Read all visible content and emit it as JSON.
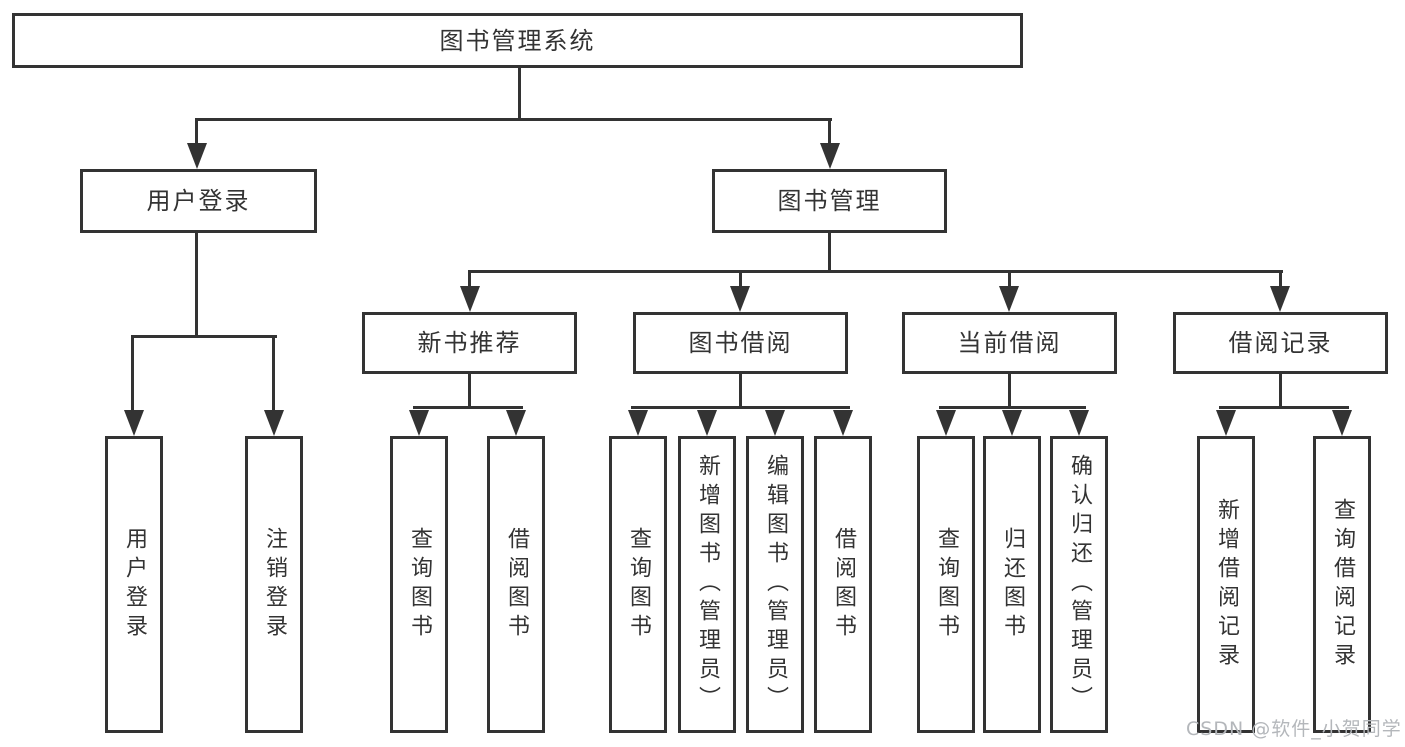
{
  "diagram": {
    "root": {
      "label": "图书管理系统"
    },
    "branches": [
      {
        "label": "用户登录",
        "children": [
          {
            "label": "用户登录"
          },
          {
            "label": "注销登录"
          }
        ]
      },
      {
        "label": "图书管理",
        "children": [
          {
            "label": "新书推荐",
            "children": [
              {
                "label": "查询图书"
              },
              {
                "label": "借阅图书"
              }
            ]
          },
          {
            "label": "图书借阅",
            "children": [
              {
                "label": "查询图书"
              },
              {
                "label": "新增图书（管理员）"
              },
              {
                "label": "编辑图书（管理员）"
              },
              {
                "label": "借阅图书"
              }
            ]
          },
          {
            "label": "当前借阅",
            "children": [
              {
                "label": "查询图书"
              },
              {
                "label": "归还图书"
              },
              {
                "label": "确认归还（管理员）"
              }
            ]
          },
          {
            "label": "借阅记录",
            "children": [
              {
                "label": "新增借阅记录"
              },
              {
                "label": "查询借阅记录"
              }
            ]
          }
        ]
      }
    ]
  },
  "watermark": "CSDN @软件_小贺同学",
  "colors": {
    "line": "#333333",
    "text": "#333333",
    "watermark": "#b4b7bb",
    "background": "#ffffff"
  }
}
